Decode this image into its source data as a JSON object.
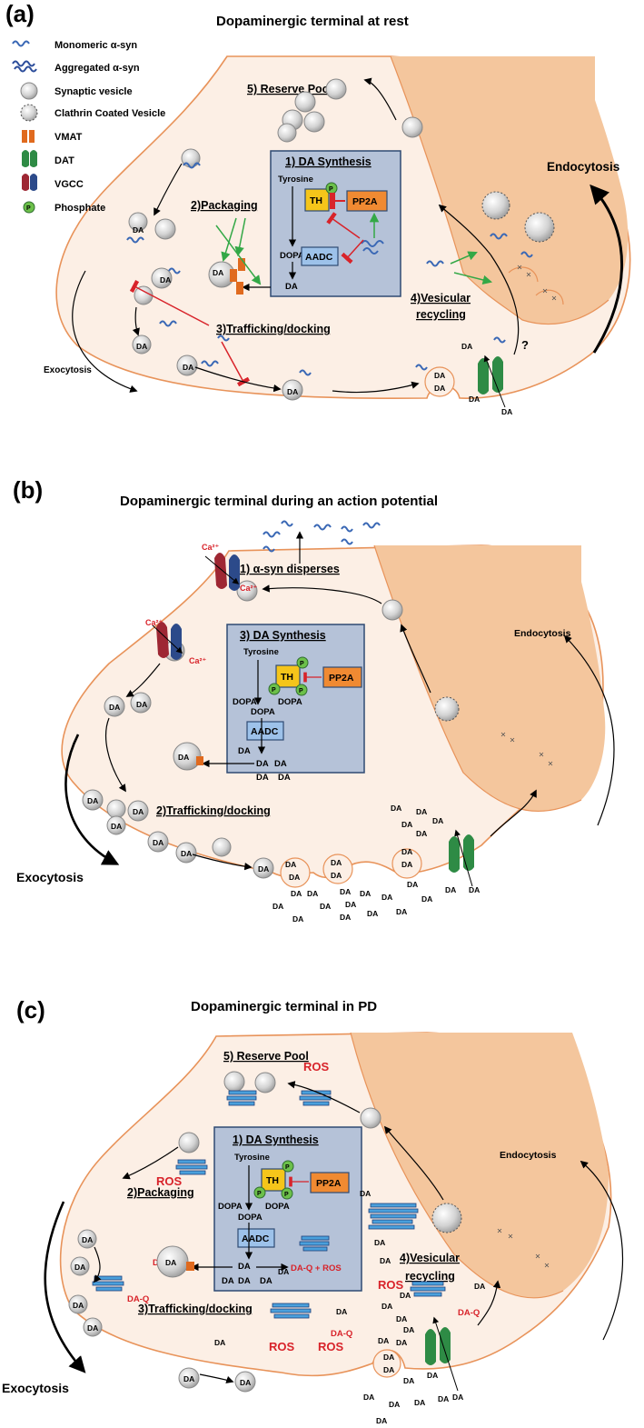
{
  "panels": [
    {
      "letter": "(a)",
      "title": "Dopaminergic terminal at rest",
      "steps": {
        "reserve": "5) Reserve Pool",
        "synthesis": "1) DA Synthesis",
        "packaging": "2)Packaging",
        "trafficking": "3)Trafficking/docking",
        "recycling_1": "4)Vesicular",
        "recycling_2": "recycling"
      },
      "exocytosis": "Exocytosis",
      "endocytosis": "Endocytosis",
      "question": "?"
    },
    {
      "letter": "(b)",
      "title": "Dopaminergic terminal during an action potential",
      "steps": {
        "disperse": "1) α-syn disperses",
        "synthesis": "3) DA Synthesis",
        "trafficking": "2)Trafficking/docking"
      },
      "exocytosis": "Exocytosis",
      "endocytosis": "Endocytosis",
      "calcium": "Ca²⁺"
    },
    {
      "letter": "(c)",
      "title": "Dopaminergic terminal in PD",
      "steps": {
        "reserve": "5) Reserve Pool",
        "synthesis": "1) DA Synthesis",
        "packaging": "2)Packaging",
        "trafficking": "3)Trafficking/docking",
        "recycling_1": "4)Vesicular",
        "recycling_2": "recycling"
      },
      "exocytosis": "Exocytosis",
      "endocytosis": "Endocytosis",
      "ros": "ROS",
      "daq": "DA-Q",
      "daq_ros": "DA-Q + ROS"
    }
  ],
  "legend": {
    "items": [
      {
        "label": "Monomeric α-syn",
        "icon": "monomeric-asyn-icon"
      },
      {
        "label": "Aggregated α-syn",
        "icon": "aggregated-asyn-icon"
      },
      {
        "label": "Synaptic vesicle",
        "icon": "synaptic-vesicle-icon"
      },
      {
        "label": "Clathrin Coated Vesicle",
        "icon": "clathrin-vesicle-icon"
      },
      {
        "label": "VMAT",
        "icon": "vmat-icon"
      },
      {
        "label": "DAT",
        "icon": "dat-icon"
      },
      {
        "label": "VGCC",
        "icon": "vgcc-icon"
      },
      {
        "label": "Phosphate",
        "icon": "phosphate-icon"
      }
    ]
  },
  "labels": {
    "tyrosine": "Tyrosine",
    "dopa": "DOPA",
    "da": "DA",
    "th": "TH",
    "pp2a": "PP2A",
    "aadc": "AADC",
    "p": "P"
  },
  "colors": {
    "cytoplasm": "#fcefe5",
    "membrane": "#e8935a",
    "axon_shade": "#f4c69d",
    "box_fill": "#b5c2d8",
    "box_stroke": "#2f4a73",
    "th": "#f5c51a",
    "pp2a": "#f08a32",
    "aadc": "#9dc2ea",
    "inhibit": "#d8232a",
    "activate": "#33a846",
    "asyn": "#3a68b5",
    "dat": "#2e8b45",
    "vmat": "#e06a1e",
    "vgcc_red": "#9e2733",
    "vgcc_blue": "#2c4a8a"
  }
}
